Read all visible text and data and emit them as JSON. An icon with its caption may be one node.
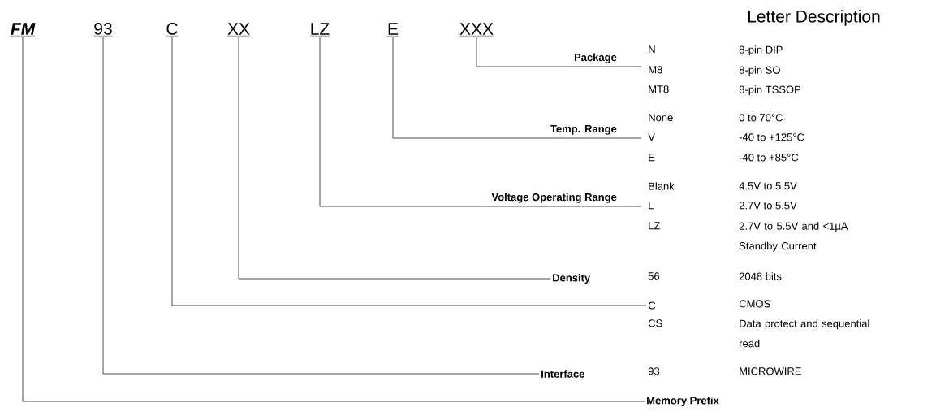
{
  "diagram": {
    "nodes": [
      {
        "text": [
          "FM"
        ]
      },
      {
        "text": [
          "93"
        ]
      },
      {
        "text": [
          "C"
        ]
      },
      {
        "text": [
          "XX"
        ]
      },
      {
        "text": [
          "LZ"
        ]
      },
      {
        "text": [
          "E"
        ]
      },
      {
        "text": [
          "XXX"
        ]
      },
      {
        "text": [
          "Package"
        ]
      },
      {
        "text": [
          "Temp. Range"
        ]
      },
      {
        "text": [
          "Voltage Operating Range"
        ]
      },
      {
        "text": [
          "Density"
        ]
      },
      {
        "text": [
          "C"
        ]
      },
      {
        "text": [
          "Interface"
        ]
      },
      {
        "text": [
          "Memory Prefix"
        ]
      }
    ],
    "edges": [
      {
        "from": 6,
        "to": 7,
        "arrow": "none"
      },
      {
        "from": 5,
        "to": 8,
        "arrow": "none"
      },
      {
        "from": 4,
        "to": 9,
        "arrow": "none"
      },
      {
        "from": 3,
        "to": 10,
        "arrow": "none"
      },
      {
        "from": 2,
        "to": 11,
        "arrow": "none"
      },
      {
        "from": 1,
        "to": 12,
        "arrow": "none"
      },
      {
        "from": 0,
        "to": 13,
        "arrow": "none"
      }
    ],
    "labels": [
      "Letter Description",
      "N",
      "8-pin DIP",
      "M8",
      "8-pin SO",
      "MT8",
      "8-pin TSSOP",
      "None",
      "0 to 70°C",
      "V",
      "-40 to +125°C",
      "E",
      "-40 to +85°C",
      "Blank",
      "4.5V to 5.5V",
      "L",
      "2.7V to 5.5V",
      "LZ",
      "2.7V to 5.5V and <1µA Standby Current",
      "56",
      "2048 bits",
      "CMOS",
      "CS",
      "Data protect and sequential read",
      "93",
      "MICROWIRE"
    ]
  }
}
